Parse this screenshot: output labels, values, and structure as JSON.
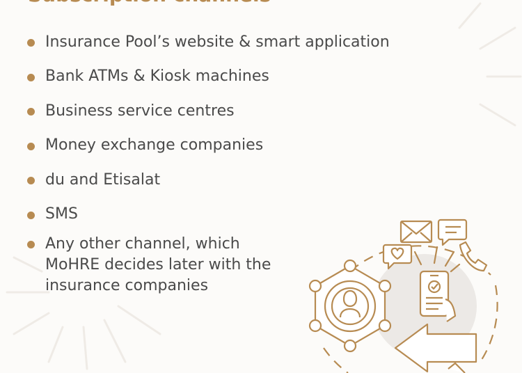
{
  "heading": "Subscription channels",
  "channels": [
    {
      "label": "Insurance Pool’s website & smart application"
    },
    {
      "label": "Bank ATMs & Kiosk machines"
    },
    {
      "label": "Business service centres"
    },
    {
      "label": "Money exchange companies"
    },
    {
      "label": "du and Etisalat"
    },
    {
      "label": "SMS"
    },
    {
      "label": "Any other channel, which\nMoHRE decides later with the\ninsurance companies"
    }
  ],
  "colors": {
    "accent": "#b78b52",
    "text": "#4a4a4a",
    "background": "#fcfbf9",
    "illustration_fill": "#ece9e6"
  },
  "illustration_icons": [
    "envelope-icon",
    "chat-bubble-icon",
    "phone-icon",
    "heart-message-icon",
    "mobile-checklist-icon",
    "user-network-icon",
    "arrow-left-icon"
  ]
}
